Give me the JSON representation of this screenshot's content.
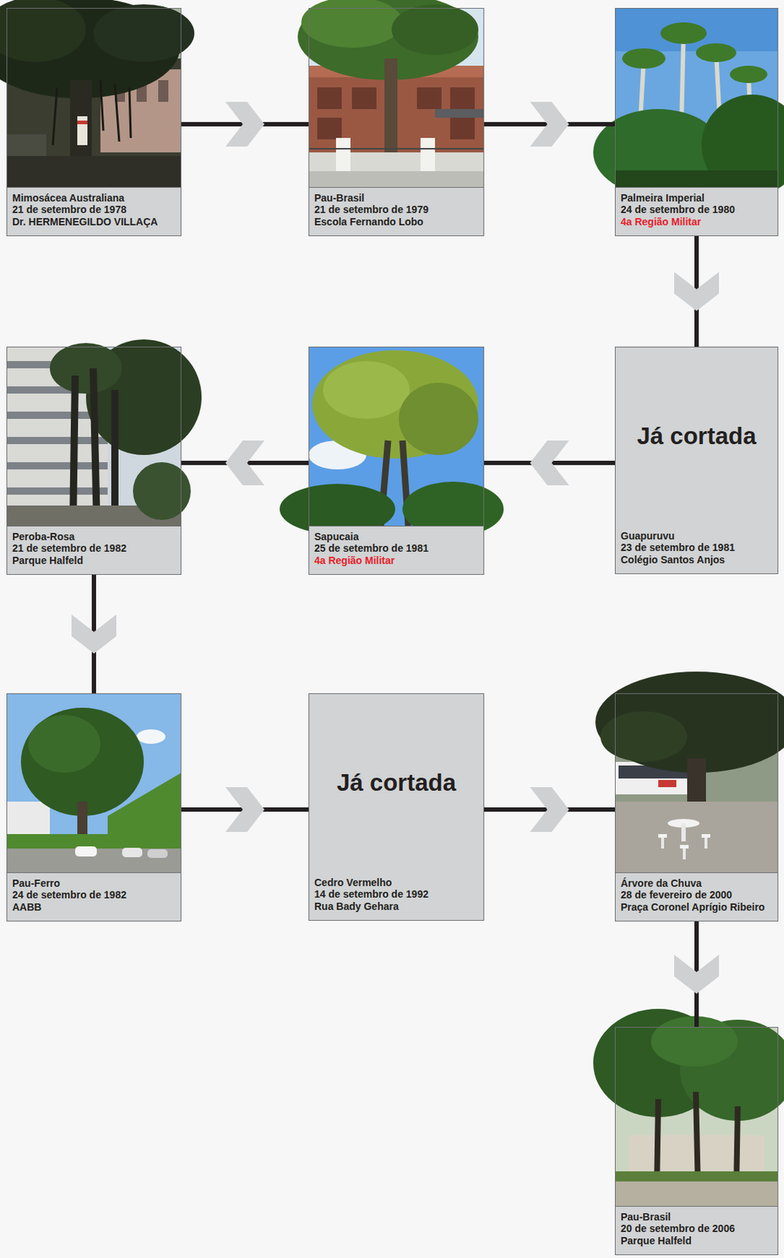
{
  "diagram": {
    "nodes": [
      {
        "text": [
          "Mimosácea Australiana",
          "21 de setembro de 1978",
          "Dr. HERMENEGILDO VILLAÇA"
        ]
      },
      {
        "text": [
          "Pau-Brasil",
          "21 de setembro de 1979",
          "Escola Fernando Lobo"
        ]
      },
      {
        "text": [
          "Palmeira Imperial",
          "24 de setembro de 1980",
          "4a Região Militar"
        ]
      },
      {
        "text": [
          "Já cortada",
          "Guapuruvu",
          "23 de setembro de 1981",
          "Colégio Santos Anjos"
        ]
      },
      {
        "text": [
          "Sapucaia",
          "25 de setembro de 1981",
          "4a Região Militar"
        ]
      },
      {
        "text": [
          "Peroba-Rosa",
          "21 de setembro de 1982",
          "Parque Halfeld"
        ]
      },
      {
        "text": [
          "Pau-Ferro",
          "24 de setembro de 1982",
          "AABB"
        ]
      },
      {
        "text": [
          "Já cortada",
          "Cedro Vermelho",
          "14 de setembro de 1992",
          "Rua Bady Gehara"
        ]
      },
      {
        "text": [
          "Árvore da Chuva",
          "28 de fevereiro de 2000",
          "Praça Coronel Aprígio Ribeiro"
        ]
      },
      {
        "text": [
          "Pau-Brasil",
          "20 de setembro de 2006",
          "Parque Halfeld"
        ]
      }
    ],
    "edges": [
      {
        "from": 0,
        "to": 1,
        "arrow": "to"
      },
      {
        "from": 1,
        "to": 2,
        "arrow": "to"
      },
      {
        "from": 2,
        "to": 3,
        "arrow": "to"
      },
      {
        "from": 3,
        "to": 4,
        "arrow": "to"
      },
      {
        "from": 4,
        "to": 5,
        "arrow": "to"
      },
      {
        "from": 5,
        "to": 6,
        "arrow": "to"
      },
      {
        "from": 6,
        "to": 7,
        "arrow": "to"
      },
      {
        "from": 7,
        "to": 8,
        "arrow": "to"
      },
      {
        "from": 8,
        "to": 9,
        "arrow": "to"
      }
    ]
  }
}
